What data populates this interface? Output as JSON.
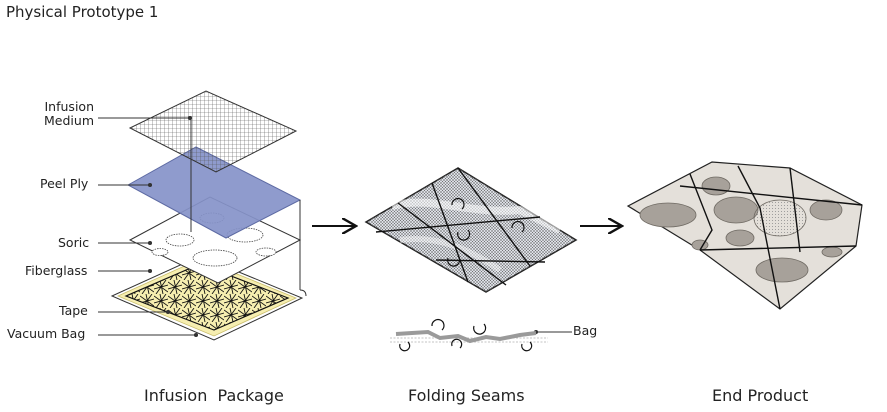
{
  "title": "Physical Prototype 1",
  "labels": {
    "infusion_medium_line1": "Infusion",
    "infusion_medium_line2": "Medium",
    "peel_ply": "Peel Ply",
    "soric": "Soric",
    "fiberglass": "Fiberglass",
    "tape": "Tape",
    "vacuum_bag": "Vacuum Bag",
    "bag": "Bag"
  },
  "captions": {
    "infusion_package": "Infusion  Package",
    "folding_seams": "Folding Seams",
    "end_product": "End Product"
  },
  "colors": {
    "peel_ply": "#8593c9",
    "tape": "#f6eeb0",
    "line": "#333333",
    "panel_fill": "#ddd9d2",
    "panel_patch": "#a7a19a"
  }
}
